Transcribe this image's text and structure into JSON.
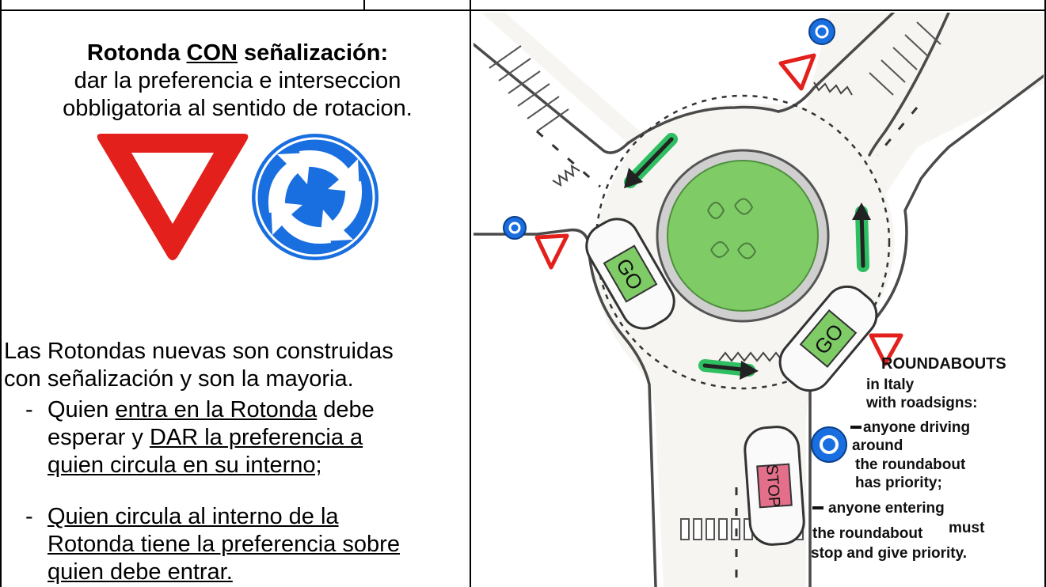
{
  "left": {
    "title_part1": "Rotonda ",
    "title_con": "CON",
    "title_part2": " señalización:",
    "subtitle_line1": "dar la  preferencia e interseccion",
    "subtitle_line2": "obbligatoria al sentido de rotacion.",
    "intro_line1": "Las Rotondas nuevas son construidas",
    "intro_line2": "con señalización y son la mayoria.",
    "bullet_dash": "-",
    "bullet1_part1": "Quien ",
    "bullet1_link1": "entra en la Rotonda",
    "bullet1_part2": " debe esperar y ",
    "bullet1_link2": "DAR la preferencia a quien  circula en su interno;",
    "bullet2_text": "Quien circula al interno de la Rotonda tiene la preferencia sobre quien debe entrar."
  },
  "signs": {
    "yield_color": "#e3201b",
    "roundabout_color": "#1a6fe0",
    "icons": [
      "yield-sign-icon",
      "roundabout-sign-icon"
    ]
  },
  "drawing": {
    "car_labels": [
      "GO",
      "GO",
      "STOP"
    ],
    "caption_title": "ROUNDABOUTS",
    "caption_line2": "in Italy",
    "caption_line3": "with roadsigns:",
    "caption_b1_line1": "anyone driving",
    "caption_b1_line2": "around",
    "caption_b1_line3": "the roundabout",
    "caption_b1_line4": "has priority;",
    "caption_b2_line1": "anyone entering",
    "caption_b2_line2a": "the roundabout",
    "caption_b2_line2b": "must",
    "caption_b2_line3": "stop and give priority.",
    "island_color": "#7fcc66",
    "arrow_color": "#2fbf63"
  }
}
